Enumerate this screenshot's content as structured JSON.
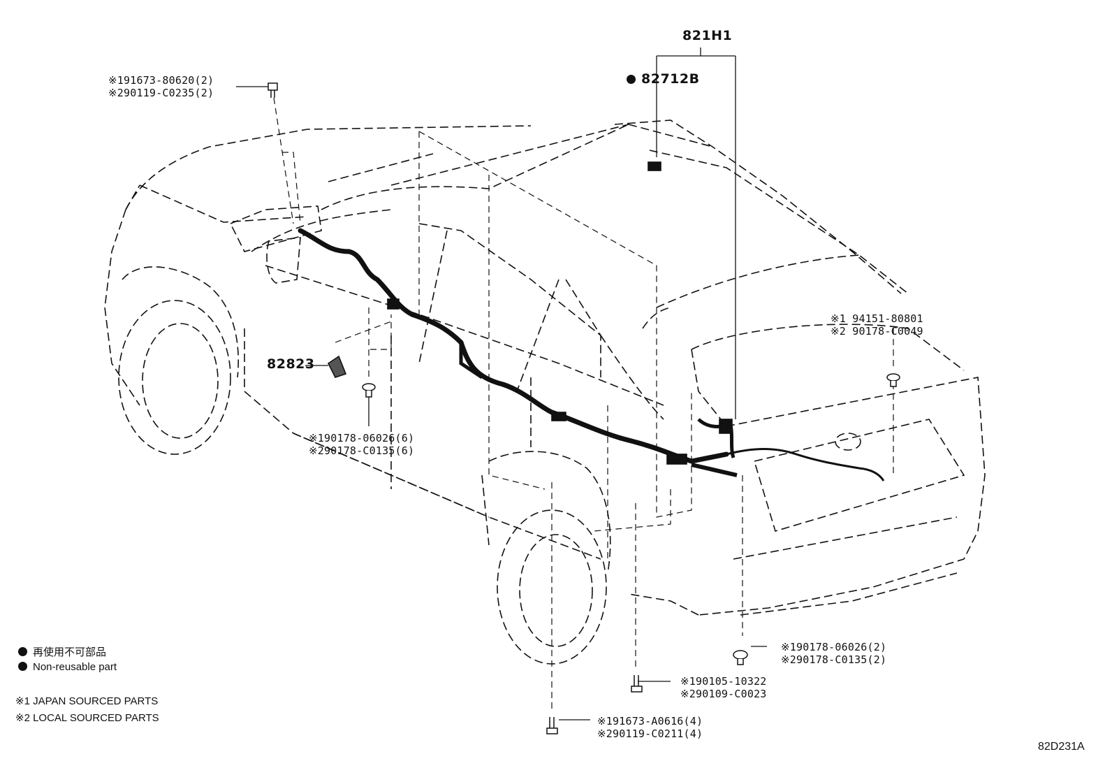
{
  "callouts": {
    "top_left_bolt": [
      "※191673-80620(2)",
      "※290119-C0235(2)"
    ],
    "part_821H1": "821H1",
    "part_82712B": "82712B",
    "part_82823": "82823",
    "clip_left": [
      "※190178-06026(6)",
      "※290178-C0135(6)"
    ],
    "clip_right": [
      "※1 94151-80801",
      "※2 90178-C0049"
    ],
    "clip_bottom_right": [
      "※190178-06026(2)",
      "※290178-C0135(2)"
    ],
    "bolt_bottom_mid": [
      "※190105-10322",
      "※290109-C0023"
    ],
    "bolt_bottom": [
      "※191673-A0616(4)",
      "※290119-C0211(4)"
    ]
  },
  "legend": {
    "non_reusable_jp": "再使用不可部品",
    "non_reusable_en": "Non-reusable part",
    "japan_sourced": "※1 JAPAN SOURCED PARTS",
    "local_sourced": "※2 LOCAL SOURCED PARTS"
  },
  "diagram_code": "82D231A"
}
